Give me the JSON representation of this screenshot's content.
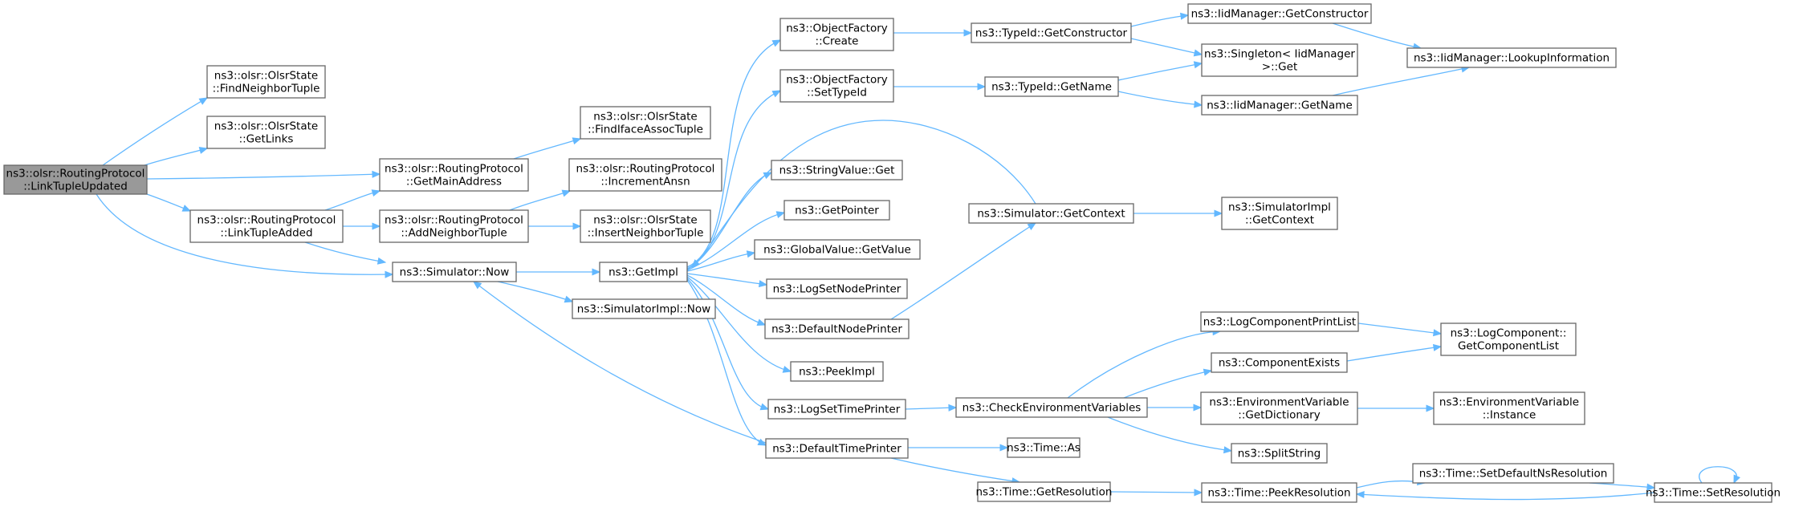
{
  "diagram": {
    "type": "call-graph",
    "edge_color": "#63b8ff",
    "node_border_color": "#666666",
    "root_fill": "#999999",
    "nodes": [
      {
        "id": "root",
        "lines": [
          "ns3::olsr::RoutingProtocol",
          "::LinkTupleUpdated"
        ],
        "root": true
      },
      {
        "id": "findNeighborTuple",
        "lines": [
          "ns3::olsr::OlsrState",
          "::FindNeighborTuple"
        ]
      },
      {
        "id": "getLinks",
        "lines": [
          "ns3::olsr::OlsrState",
          "::GetLinks"
        ]
      },
      {
        "id": "getMainAddress",
        "lines": [
          "ns3::olsr::RoutingProtocol",
          "::GetMainAddress"
        ]
      },
      {
        "id": "linkTupleAdded",
        "lines": [
          "ns3::olsr::RoutingProtocol",
          "::LinkTupleAdded"
        ]
      },
      {
        "id": "simNow",
        "lines": [
          "ns3::Simulator::Now"
        ]
      },
      {
        "id": "findIfaceAssocTuple",
        "lines": [
          "ns3::olsr::OlsrState",
          "::FindIfaceAssocTuple"
        ]
      },
      {
        "id": "addNeighborTuple",
        "lines": [
          "ns3::olsr::RoutingProtocol",
          "::AddNeighborTuple"
        ]
      },
      {
        "id": "incrementAnsn",
        "lines": [
          "ns3::olsr::RoutingProtocol",
          "::IncrementAnsn"
        ]
      },
      {
        "id": "insertNeighborTuple",
        "lines": [
          "ns3::olsr::OlsrState",
          "::InsertNeighborTuple"
        ]
      },
      {
        "id": "getImpl",
        "lines": [
          "ns3::GetImpl"
        ]
      },
      {
        "id": "simImplNow",
        "lines": [
          "ns3::SimulatorImpl::Now"
        ]
      },
      {
        "id": "ofCreate",
        "lines": [
          "ns3::ObjectFactory",
          "::Create"
        ]
      },
      {
        "id": "ofSetTypeId",
        "lines": [
          "ns3::ObjectFactory",
          "::SetTypeId"
        ]
      },
      {
        "id": "stringValueGet",
        "lines": [
          "ns3::StringValue::Get"
        ]
      },
      {
        "id": "getPointer",
        "lines": [
          "ns3::GetPointer"
        ]
      },
      {
        "id": "globalValueGetValue",
        "lines": [
          "ns3::GlobalValue::GetValue"
        ]
      },
      {
        "id": "logSetNodePrinter",
        "lines": [
          "ns3::LogSetNodePrinter"
        ]
      },
      {
        "id": "defaultNodePrinter",
        "lines": [
          "ns3::DefaultNodePrinter"
        ]
      },
      {
        "id": "peekImpl",
        "lines": [
          "ns3::PeekImpl"
        ]
      },
      {
        "id": "logSetTimePrinter",
        "lines": [
          "ns3::LogSetTimePrinter"
        ]
      },
      {
        "id": "defaultTimePrinter",
        "lines": [
          "ns3::DefaultTimePrinter"
        ]
      },
      {
        "id": "typeIdGetConstructor",
        "lines": [
          "ns3::TypeId::GetConstructor"
        ]
      },
      {
        "id": "typeIdGetName",
        "lines": [
          "ns3::TypeId::GetName"
        ]
      },
      {
        "id": "simGetContext",
        "lines": [
          "ns3::Simulator::GetContext"
        ]
      },
      {
        "id": "checkEnvVars",
        "lines": [
          "ns3::CheckEnvironmentVariables"
        ]
      },
      {
        "id": "timeAs",
        "lines": [
          "ns3::Time::As"
        ]
      },
      {
        "id": "timeGetResolution",
        "lines": [
          "ns3::Time::GetResolution"
        ]
      },
      {
        "id": "iidGetConstructor",
        "lines": [
          "ns3::IidManager::GetConstructor"
        ]
      },
      {
        "id": "singletonGet",
        "lines": [
          "ns3::Singleton< IidManager",
          " >::Get"
        ]
      },
      {
        "id": "iidGetName",
        "lines": [
          "ns3::IidManager::GetName"
        ]
      },
      {
        "id": "simImplGetContext",
        "lines": [
          "ns3::SimulatorImpl",
          "::GetContext"
        ]
      },
      {
        "id": "logComponentPrintList",
        "lines": [
          "ns3::LogComponentPrintList"
        ]
      },
      {
        "id": "componentExists",
        "lines": [
          "ns3::ComponentExists"
        ]
      },
      {
        "id": "envVarGetDictionary",
        "lines": [
          "ns3::EnvironmentVariable",
          "::GetDictionary"
        ]
      },
      {
        "id": "splitString",
        "lines": [
          "ns3::SplitString"
        ]
      },
      {
        "id": "timePeekResolution",
        "lines": [
          "ns3::Time::PeekResolution"
        ]
      },
      {
        "id": "iidLookupInformation",
        "lines": [
          "ns3::IidManager::LookupInformation"
        ]
      },
      {
        "id": "logComponentGetList",
        "lines": [
          "ns3::LogComponent::",
          "GetComponentList"
        ]
      },
      {
        "id": "envVarInstance",
        "lines": [
          "ns3::EnvironmentVariable",
          "::Instance"
        ]
      },
      {
        "id": "timeSetDefaultNsResolution",
        "lines": [
          "ns3::Time::SetDefaultNsResolution"
        ]
      },
      {
        "id": "timeSetResolution",
        "lines": [
          "ns3::Time::SetResolution"
        ]
      }
    ],
    "edges": [
      [
        "root",
        "findNeighborTuple"
      ],
      [
        "root",
        "getLinks"
      ],
      [
        "root",
        "getMainAddress"
      ],
      [
        "root",
        "linkTupleAdded"
      ],
      [
        "root",
        "simNow"
      ],
      [
        "getMainAddress",
        "findIfaceAssocTuple"
      ],
      [
        "linkTupleAdded",
        "getMainAddress"
      ],
      [
        "linkTupleAdded",
        "addNeighborTuple"
      ],
      [
        "linkTupleAdded",
        "simNow"
      ],
      [
        "addNeighborTuple",
        "incrementAnsn"
      ],
      [
        "addNeighborTuple",
        "insertNeighborTuple"
      ],
      [
        "simNow",
        "getImpl"
      ],
      [
        "simNow",
        "simImplNow"
      ],
      [
        "getImpl",
        "ofCreate"
      ],
      [
        "getImpl",
        "ofSetTypeId"
      ],
      [
        "getImpl",
        "stringValueGet"
      ],
      [
        "getImpl",
        "getPointer"
      ],
      [
        "getImpl",
        "globalValueGetValue"
      ],
      [
        "getImpl",
        "logSetNodePrinter"
      ],
      [
        "getImpl",
        "defaultNodePrinter"
      ],
      [
        "getImpl",
        "peekImpl"
      ],
      [
        "getImpl",
        "logSetTimePrinter"
      ],
      [
        "getImpl",
        "defaultTimePrinter"
      ],
      [
        "simGetContext",
        "getImpl"
      ],
      [
        "ofCreate",
        "typeIdGetConstructor"
      ],
      [
        "ofSetTypeId",
        "typeIdGetName"
      ],
      [
        "defaultNodePrinter",
        "simGetContext"
      ],
      [
        "logSetTimePrinter",
        "checkEnvVars"
      ],
      [
        "defaultTimePrinter",
        "simNow"
      ],
      [
        "defaultTimePrinter",
        "timeAs"
      ],
      [
        "defaultTimePrinter",
        "timeGetResolution"
      ],
      [
        "typeIdGetConstructor",
        "iidGetConstructor"
      ],
      [
        "typeIdGetConstructor",
        "singletonGet"
      ],
      [
        "typeIdGetName",
        "singletonGet"
      ],
      [
        "typeIdGetName",
        "iidGetName"
      ],
      [
        "simGetContext",
        "simImplGetContext"
      ],
      [
        "checkEnvVars",
        "logComponentPrintList"
      ],
      [
        "checkEnvVars",
        "componentExists"
      ],
      [
        "checkEnvVars",
        "envVarGetDictionary"
      ],
      [
        "checkEnvVars",
        "splitString"
      ],
      [
        "timeGetResolution",
        "timePeekResolution"
      ],
      [
        "iidGetConstructor",
        "iidLookupInformation"
      ],
      [
        "iidGetName",
        "iidLookupInformation"
      ],
      [
        "logComponentPrintList",
        "logComponentGetList"
      ],
      [
        "componentExists",
        "logComponentGetList"
      ],
      [
        "envVarGetDictionary",
        "envVarInstance"
      ],
      [
        "timePeekResolution",
        "timeSetDefaultNsResolution"
      ],
      [
        "timeSetDefaultNsResolution",
        "timeSetResolution"
      ],
      [
        "timeSetResolution",
        "timePeekResolution"
      ],
      [
        "timeSetResolution",
        "timeSetResolution"
      ]
    ]
  }
}
